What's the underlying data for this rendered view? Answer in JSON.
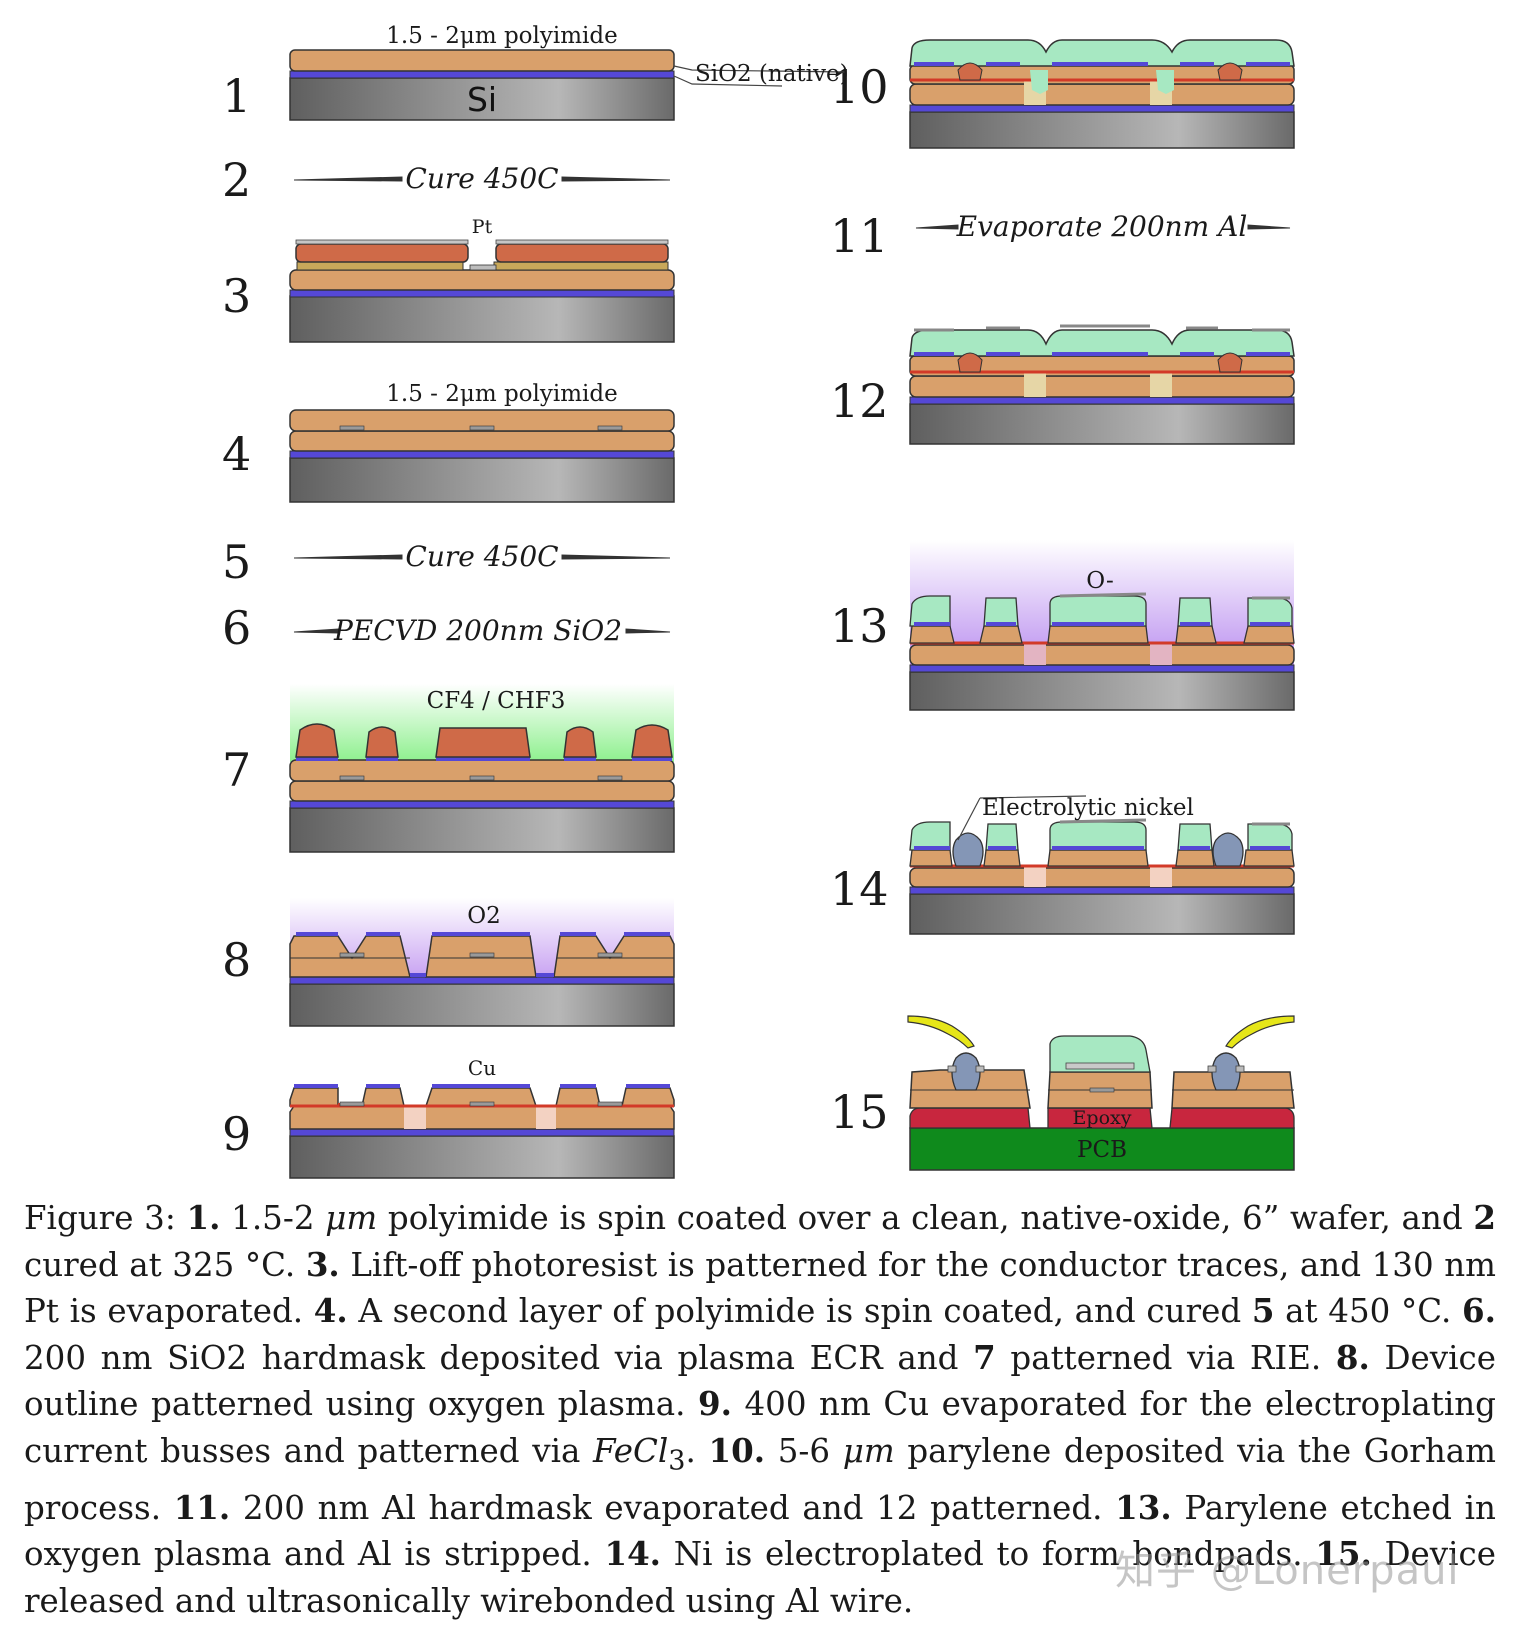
{
  "steps": [
    "1",
    "2",
    "3",
    "4",
    "5",
    "6",
    "7",
    "8",
    "9",
    "10",
    "11",
    "12",
    "13",
    "14",
    "15"
  ],
  "labels": {
    "polyimide_top": "1.5 - 2μm polyimide",
    "si": "Si",
    "sio2_native": "SiO2 (native)",
    "cure1": "Cure 450C",
    "pt": "Pt",
    "polyimide_second": "1.5 - 2μm polyimide",
    "cure2": "Cure 450C",
    "pecvd": "PECVD 200nm SiO2",
    "cf4": "CF4 / CHF3",
    "o2": "O2",
    "cu": "Cu",
    "evaporate_al": "Evaporate 200nm Al",
    "o_minus": "O-",
    "nickel": "Electrolytic nickel",
    "epoxy": "Epoxy",
    "pcb": "PCB"
  },
  "colors": {
    "polyimide": "#d9a06b",
    "silicon": "#7a7a7a",
    "oxide": "#5548d6",
    "resist": "#cf6a48",
    "parylene": "#a7e8c2",
    "copper": "#d23a28",
    "nickel": "#8496b6",
    "epoxy": "#c8263e",
    "pcb": "#0f8a1c",
    "wire": "#e6e619"
  },
  "caption": {
    "prefix": "Figure 3:",
    "s1": "1.",
    "t1a": "1.5-2",
    "um1": "μm",
    "t1b": "polyimide is spin coated over a clean, native-oxide, 6” wafer, and",
    "s2": "2",
    "t2": "cured at 325 °C.",
    "s3": "3.",
    "t3": "Lift-off photoresist is patterned for the conductor traces, and 130 nm Pt is evaporated.",
    "s4": "4.",
    "t4": "A second layer of polyimide is spin coated, and cured",
    "s5": "5",
    "t5": "at 450 °C.",
    "s6": "6.",
    "t6": "200 nm SiO2 hardmask deposited via plasma ECR and",
    "s7": "7",
    "t7": "patterned via RIE.",
    "s8": "8.",
    "t8": "Device outline patterned using oxygen plasma.",
    "s9": "9.",
    "t9": "400 nm Cu evaporated for the electroplating current busses and patterned via",
    "fecl": "FeCl",
    "fecl_sub": "3",
    "t9b": ".",
    "s10": "10.",
    "t10a": "5-6",
    "um2": "μm",
    "t10b": "parylene deposited via the Gorham process.",
    "s11": "11.",
    "t11": "200 nm Al hardmask evaporated and 12 patterned.",
    "s13": "13.",
    "t13": "Parylene etched in oxygen plasma and Al is stripped.",
    "s14": "14.",
    "t14": "Ni is electroplated to form bondpads.",
    "s15": "15.",
    "t15": "Device released and ultrasonically wirebonded using Al wire."
  },
  "watermark": "知乎 @Lonerpaul"
}
